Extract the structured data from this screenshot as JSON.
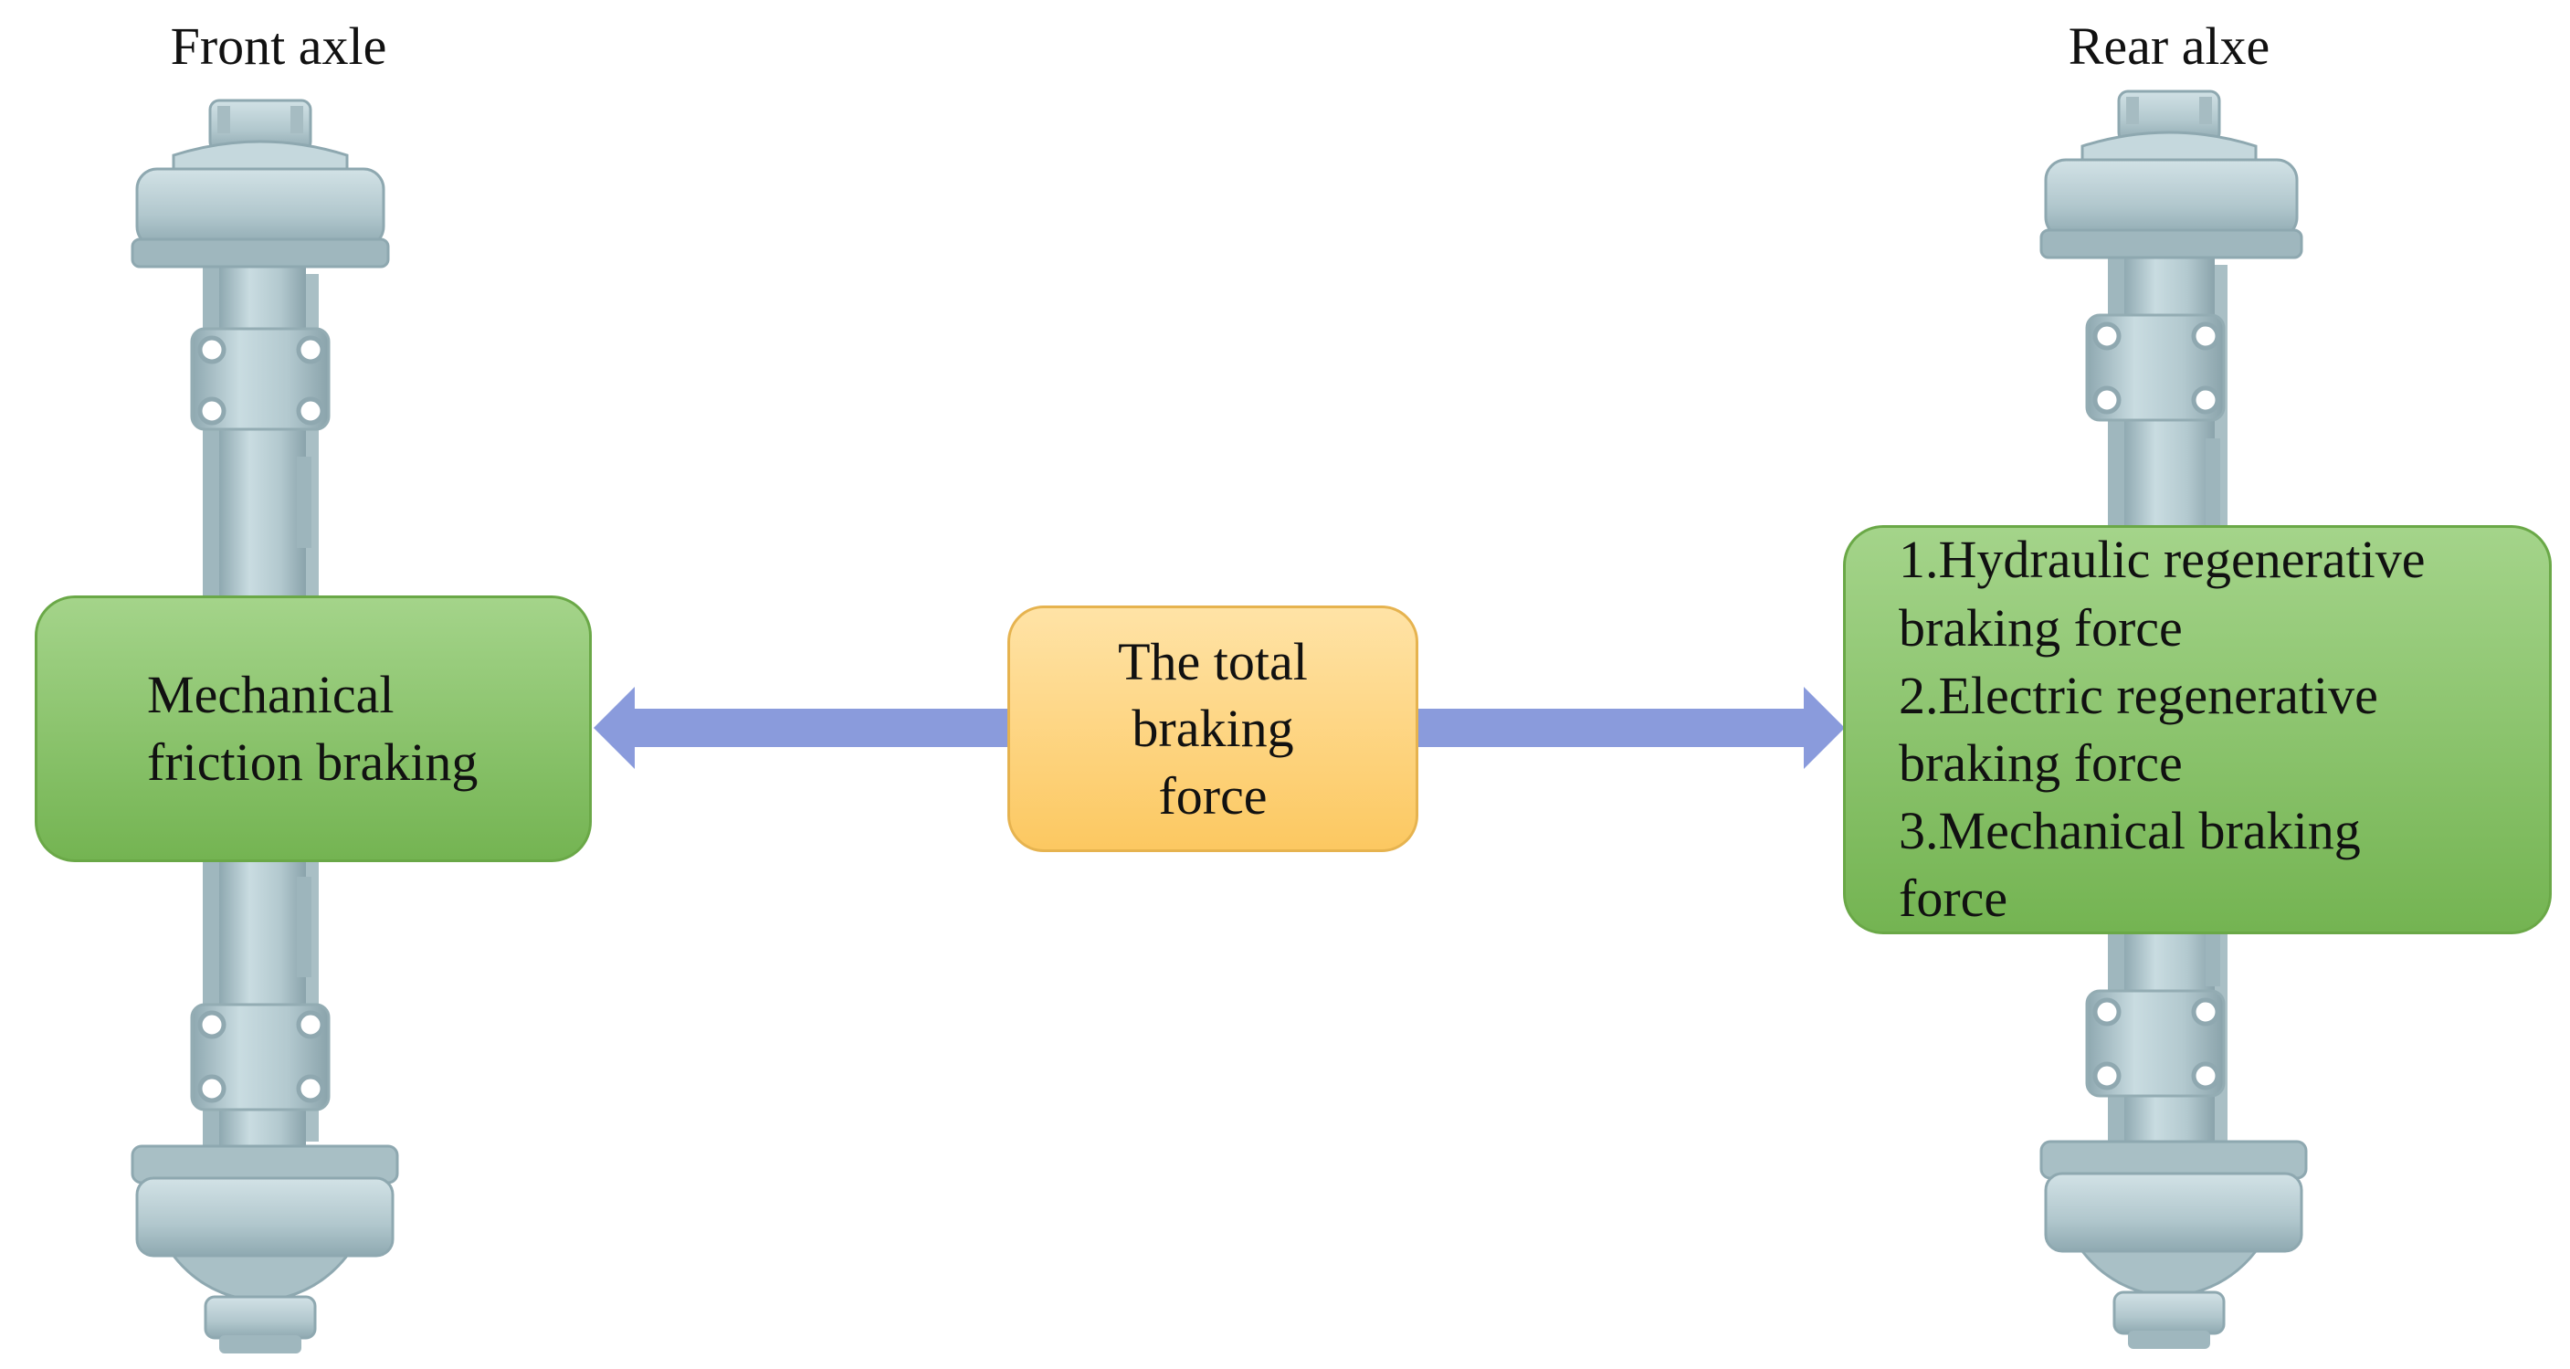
{
  "labels": {
    "front_axle": "Front axle",
    "rear_axle": "Rear alxe"
  },
  "front_box": {
    "lines": [
      "Mechanical",
      "friction braking"
    ]
  },
  "center_box": {
    "lines": [
      "The total",
      "braking",
      "force"
    ]
  },
  "rear_box": {
    "lines": [
      "1.Hydraulic regenerative",
      "braking force",
      "2.Electric regenerative",
      "braking force",
      "3.Mechanical braking",
      "force"
    ]
  },
  "colors": {
    "axle_metal": "#b8ced4",
    "box_green": "#8cc66b",
    "box_orange": "#fdd37c",
    "arrow": "#8a9bdc"
  }
}
